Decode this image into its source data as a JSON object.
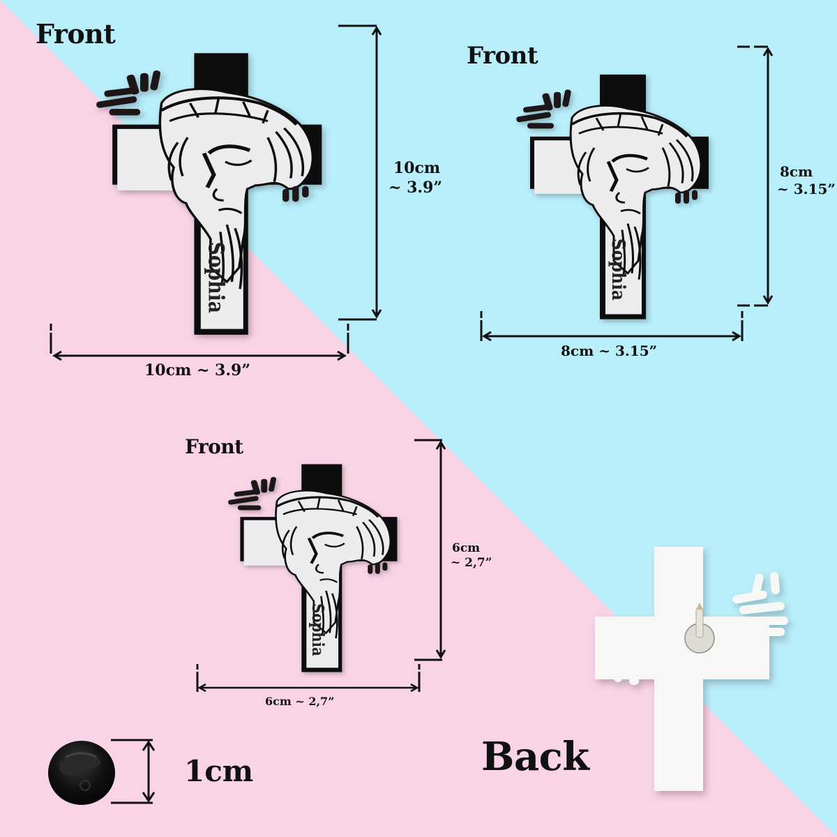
{
  "background": {
    "pink": "#f9d3e6",
    "blue": "#b9eefb",
    "diagonal": "top-left to bottom-right"
  },
  "pins": [
    {
      "id": "large",
      "label": "Front",
      "name_text": "Sophia",
      "height_label_line1": "10cm",
      "height_label_line2": "~ 3.9”",
      "width_label": "10cm ~ 3.9”"
    },
    {
      "id": "medium",
      "label": "Front",
      "name_text": "Sophia",
      "height_label_line1": "8cm",
      "height_label_line2": "~ 3.15”",
      "width_label": "8cm ~ 3.15”"
    },
    {
      "id": "small",
      "label": "Front",
      "name_text": "Sophia",
      "height_label_line1": "6cm",
      "height_label_line2": "~ 2,7”",
      "width_label": "6cm ~ 2,7”"
    }
  ],
  "clutch": {
    "size_label": "1cm",
    "color": "#111111"
  },
  "back": {
    "label": "Back",
    "color": "#f7f7f5"
  },
  "colors": {
    "enamel_black": "#0d0d0d",
    "enamel_white": "#ecebee",
    "text": "#111111"
  }
}
